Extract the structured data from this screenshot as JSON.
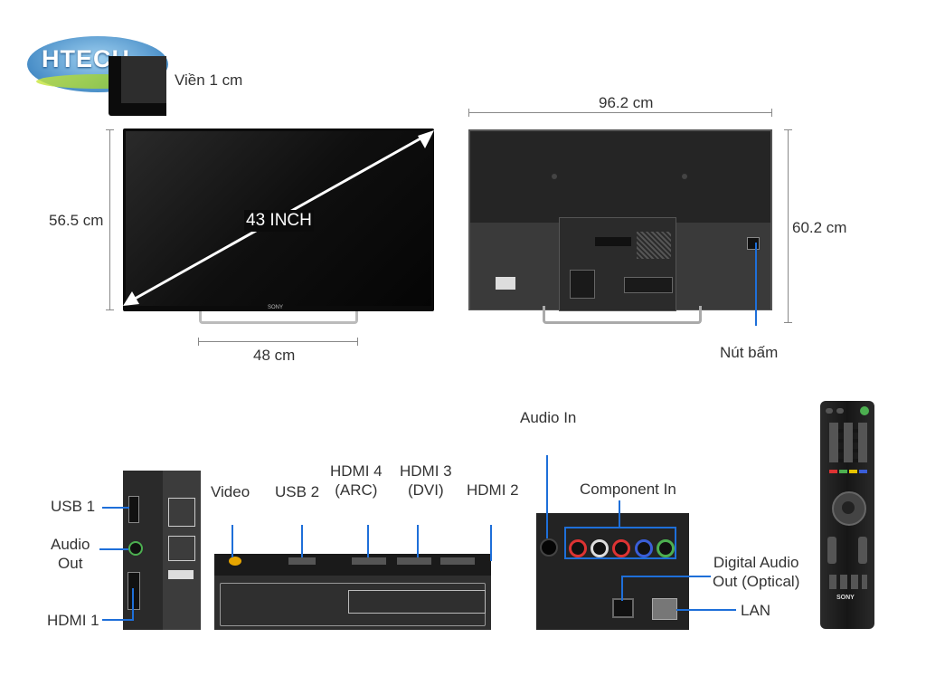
{
  "logo": {
    "text": "HTECH"
  },
  "labels": {
    "bezel": "Viền 1 cm",
    "height_front": "56.5 cm",
    "diagonal": "43 INCH",
    "width_stand": "48 cm",
    "width_back": "96.2 cm",
    "height_back": "60.2 cm",
    "button": "Nút bấm",
    "brand_front": "SONY",
    "audio_in": "Audio In",
    "component_in": "Component In",
    "digital_audio": "Digital Audio\nOut (Optical)",
    "lan": "LAN",
    "usb1": "USB 1",
    "audio_out": "Audio\nOut",
    "hdmi1": "HDMI 1",
    "video": "Video",
    "usb2": "USB 2",
    "hdmi4": "HDMI 4\n(ARC)",
    "hdmi3": "HDMI 3\n(DVI)",
    "hdmi2": "HDMI 2",
    "remote_brand": "SONY"
  },
  "colors": {
    "accent_blue": "#1e6fd9",
    "rca": [
      "#d33",
      "#ddd",
      "#d33",
      "#3a5ed8",
      "#4caf50"
    ]
  }
}
